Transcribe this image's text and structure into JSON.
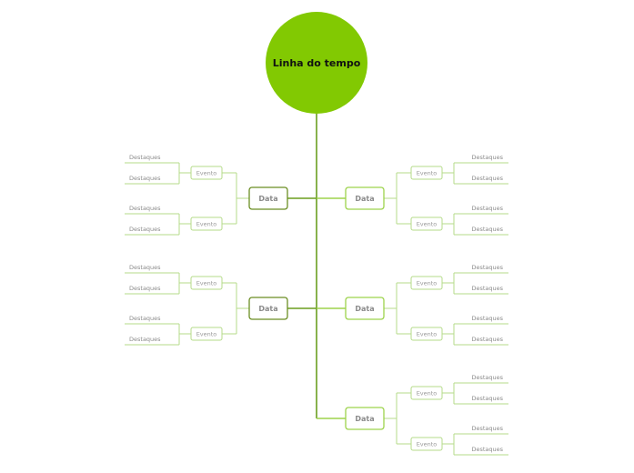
{
  "root": {
    "label": "Linha do tempo"
  },
  "colors": {
    "root_fill": "#82c902",
    "trunk": "#6b9e1f",
    "left_date_stroke": "#6b8e23",
    "right_date_stroke": "#9dd34c",
    "date_text": "#8a8a8a",
    "event_stroke": "#b5db8a",
    "event_text": "#9a9a9a",
    "highlight_line": "#b5db8a",
    "highlight_text": "#8a8a8a"
  },
  "branches": [
    {
      "side": "left",
      "label": "Data",
      "events": [
        {
          "label": "Evento",
          "highlights": [
            "Destaques",
            "Destaques"
          ]
        },
        {
          "label": "Evento",
          "highlights": [
            "Destaques",
            "Destaques"
          ]
        }
      ]
    },
    {
      "side": "right",
      "label": "Data",
      "events": [
        {
          "label": "Evento",
          "highlights": [
            "Destaques",
            "Destaques"
          ]
        },
        {
          "label": "Evento",
          "highlights": [
            "Destaques",
            "Destaques"
          ]
        }
      ]
    },
    {
      "side": "left",
      "label": "Data",
      "events": [
        {
          "label": "Evento",
          "highlights": [
            "Destaques",
            "Destaques"
          ]
        },
        {
          "label": "Evento",
          "highlights": [
            "Destaques",
            "Destaques"
          ]
        }
      ]
    },
    {
      "side": "right",
      "label": "Data",
      "events": [
        {
          "label": "Evento",
          "highlights": [
            "Destaques",
            "Destaques"
          ]
        },
        {
          "label": "Evento",
          "highlights": [
            "Destaques",
            "Destaques"
          ]
        }
      ]
    },
    {
      "side": "right",
      "label": "Data",
      "events": [
        {
          "label": "Evento",
          "highlights": [
            "Destaques",
            "Destaques"
          ]
        },
        {
          "label": "Evento",
          "highlights": [
            "Destaques",
            "Destaques"
          ]
        }
      ]
    }
  ]
}
